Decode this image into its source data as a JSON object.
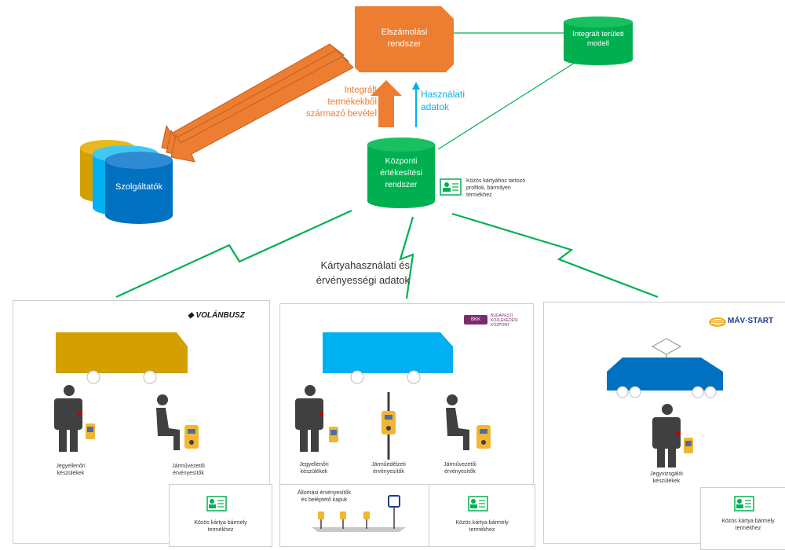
{
  "billing_system": {
    "label_line1": "Elszámolási",
    "label_line2": "rendszer"
  },
  "territorial_model": {
    "label_line1": "Integrált területi",
    "label_line2": "modell"
  },
  "providers": {
    "label": "Szolgáltatók"
  },
  "central_sales": {
    "label_line1": "Központi",
    "label_line2": "értékesítési",
    "label_line3": "rendszer"
  },
  "revenue_arrow": {
    "line1": "Integrált",
    "line2": "termékekből",
    "line3": "származó bevétel"
  },
  "usage_arrow": {
    "line1": "Használati",
    "line2": "adatok"
  },
  "profile_note": {
    "line1": "Közös kártyához tartozó",
    "line2": "profilok, bármilyen",
    "line3": "termékhez"
  },
  "card_usage": {
    "line1": "Kártyahasználati és",
    "line2": "érvényességi adatok"
  },
  "volan_panel": {
    "logo": "VOLÁNBUSZ",
    "inspector_line1": "Jegyellenőri",
    "inspector_line2": "készülékek",
    "driver_line1": "Járművezetői",
    "driver_line2": "érvényesítők",
    "card_line1": "Közös kártya bármely",
    "card_line2": "termékhez"
  },
  "bkk_panel": {
    "logo_line1": "BUDAPESTI",
    "logo_line2": "KÖZLEKEDÉSI",
    "logo_line3": "KÖZPONT",
    "logo_abbr": "BKK",
    "inspector_line1": "Jegyellenőri",
    "inspector_line2": "készülékek",
    "onboard_line1": "Járműedélzeti",
    "onboard_line2": "érvényesítők",
    "driver_line1": "Járművezetői",
    "driver_line2": "érvényesítők",
    "station_line1": "Állomási érvényesítők",
    "station_line2": "és beléptető kapuk",
    "card_line1": "Közös kártya bármely",
    "card_line2": "termékhez"
  },
  "mav_panel": {
    "logo": "MÁV·START",
    "inspector_line1": "Jegyvizsgálói",
    "inspector_line2": "készülékek",
    "card_line1": "Közös kártya bármely",
    "card_line2": "termékhez"
  },
  "colors": {
    "orange": "#ED7D31",
    "green": "#00B050",
    "gold": "#D4A000",
    "cyan": "#00B0F0",
    "blue": "#0070C0",
    "dark": "#404040",
    "yellow": "#F2B632"
  }
}
